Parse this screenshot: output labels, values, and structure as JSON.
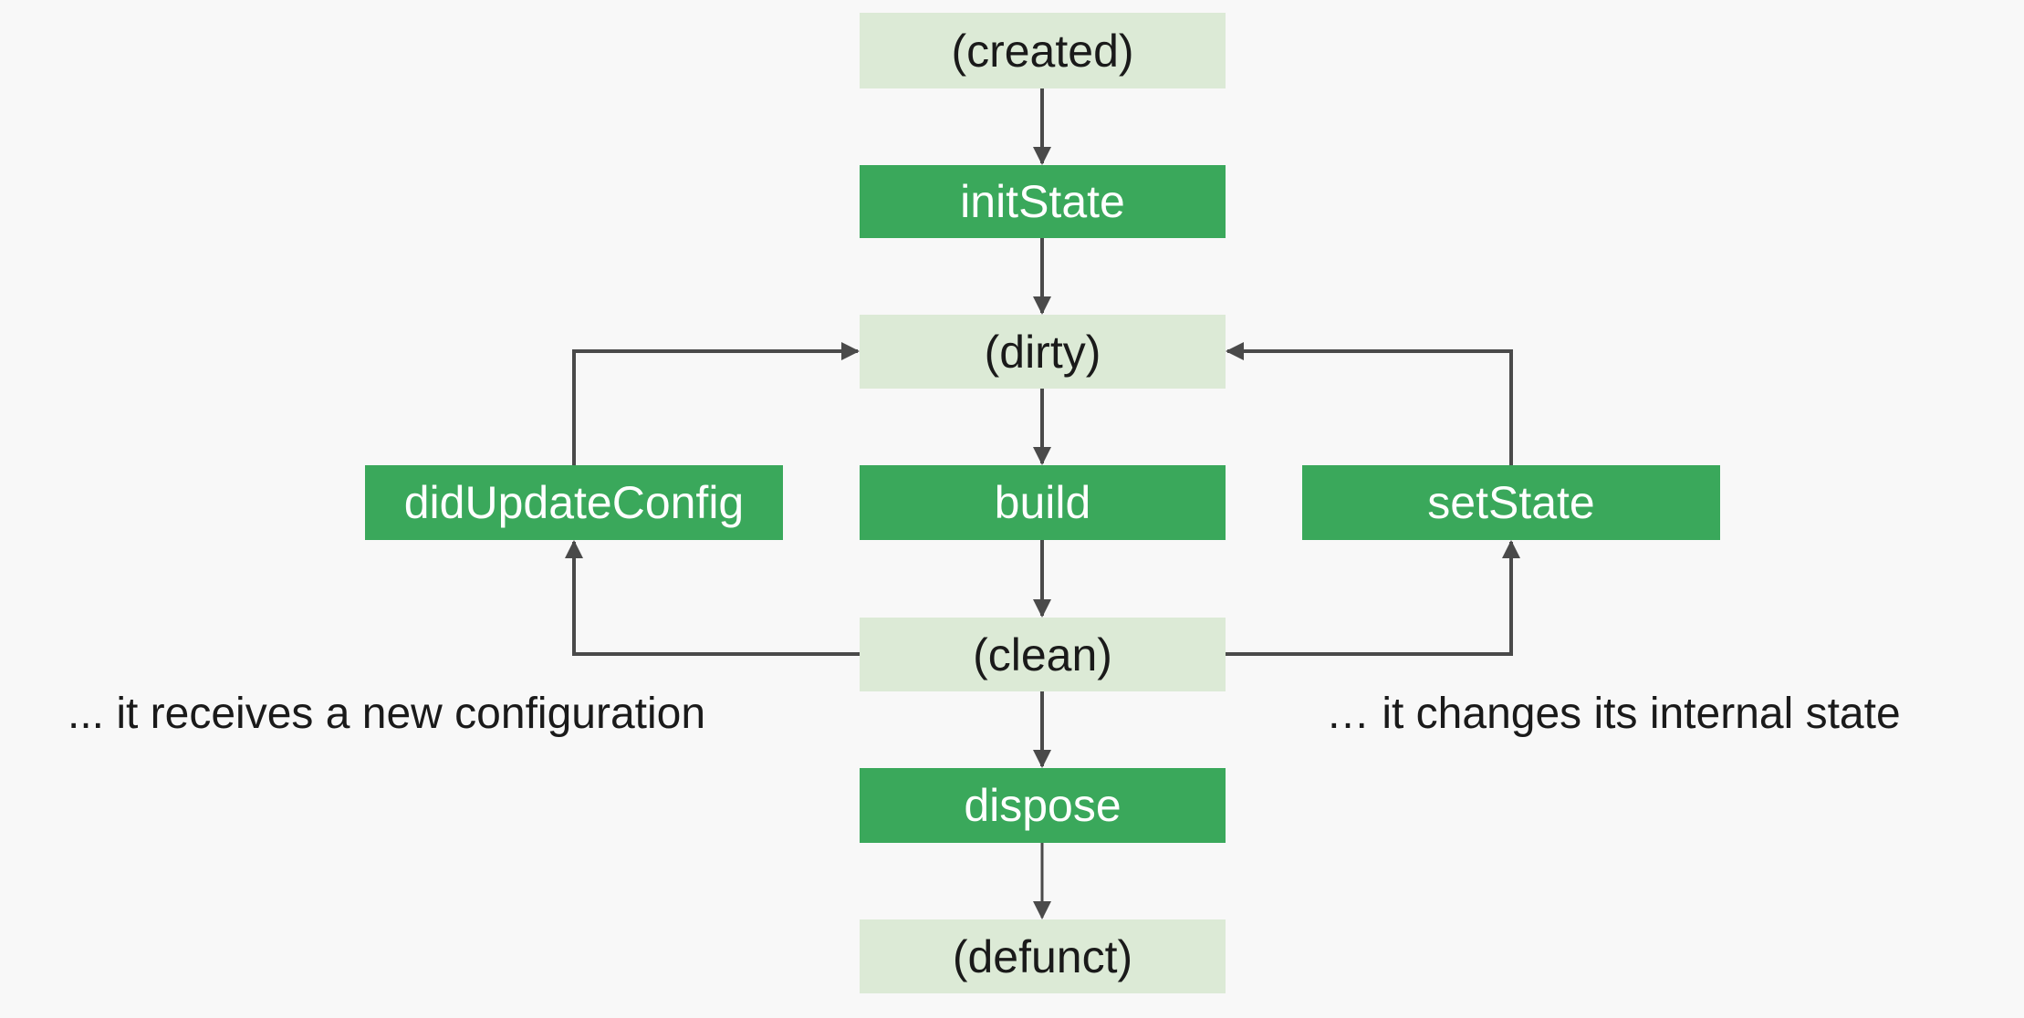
{
  "nodes": {
    "created": "(created)",
    "init_state": "initState",
    "dirty": "(dirty)",
    "build": "build",
    "did_update_config": "didUpdateConfig",
    "set_state": "setState",
    "clean": "(clean)",
    "dispose": "dispose",
    "defunct": "(defunct)"
  },
  "notes": {
    "left": "... it receives a new configuration",
    "right": "… it changes its internal state"
  },
  "colors": {
    "state_fill": "#dcead6",
    "method_fill": "#3aa85b",
    "arrow": "#4a4a4a",
    "background": "#f8f8f8"
  }
}
